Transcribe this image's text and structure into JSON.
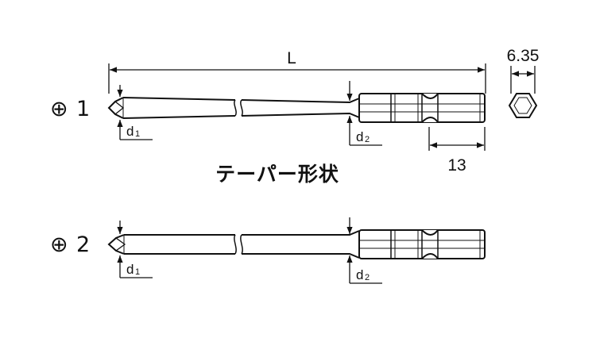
{
  "bits": [
    {
      "symbol": "⊕",
      "size": "1"
    },
    {
      "symbol": "⊕",
      "size": "2"
    }
  ],
  "dimensions": {
    "overall_length": "L",
    "hex_width": "6.35",
    "hex_length": "13",
    "tip_diameter": {
      "letter": "d",
      "index": "1"
    },
    "shank_diameter": {
      "letter": "d",
      "index": "2"
    }
  },
  "caption": "テーパー形状"
}
